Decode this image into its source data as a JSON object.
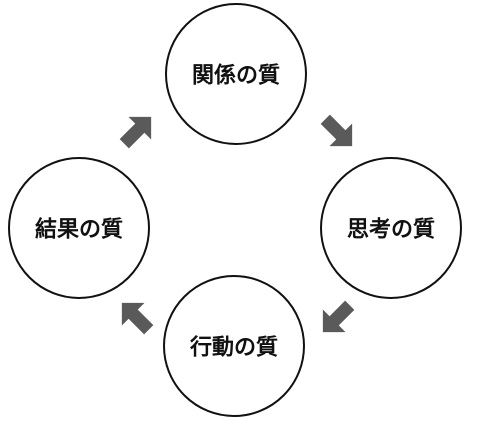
{
  "diagram": {
    "nodes": {
      "relationship": {
        "label": "関係の質"
      },
      "thinking": {
        "label": "思考の質"
      },
      "action": {
        "label": "行動の質"
      },
      "result": {
        "label": "結果の質"
      }
    },
    "colors": {
      "circle_stroke": "#111111",
      "circle_fill": "#ffffff",
      "arrow": "#5a5a5a",
      "text": "#111111"
    },
    "arrows": [
      {
        "from": "relationship",
        "to": "thinking",
        "icon": "arrow-down-right-icon"
      },
      {
        "from": "thinking",
        "to": "action",
        "icon": "arrow-down-left-icon"
      },
      {
        "from": "action",
        "to": "result",
        "icon": "arrow-up-left-icon"
      },
      {
        "from": "result",
        "to": "relationship",
        "icon": "arrow-up-right-icon"
      }
    ]
  }
}
